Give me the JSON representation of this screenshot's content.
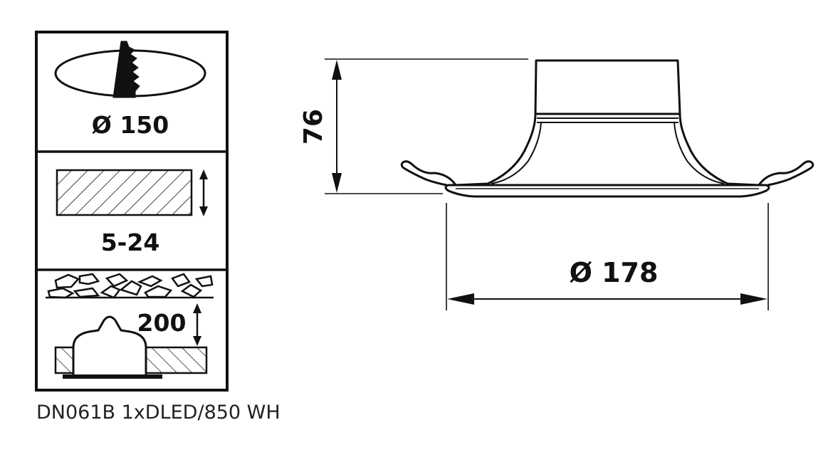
{
  "panels": {
    "cutout": {
      "label": "Ø 150"
    },
    "ceiling_thickness": {
      "label": "5-24"
    },
    "recess_depth": {
      "label": "200"
    }
  },
  "drawing": {
    "height_label": "76",
    "diameter_label": "Ø 178"
  },
  "caption": "DN061B 1xDLED/850 WH",
  "colors": {
    "line": "#111111",
    "background": "#ffffff"
  }
}
